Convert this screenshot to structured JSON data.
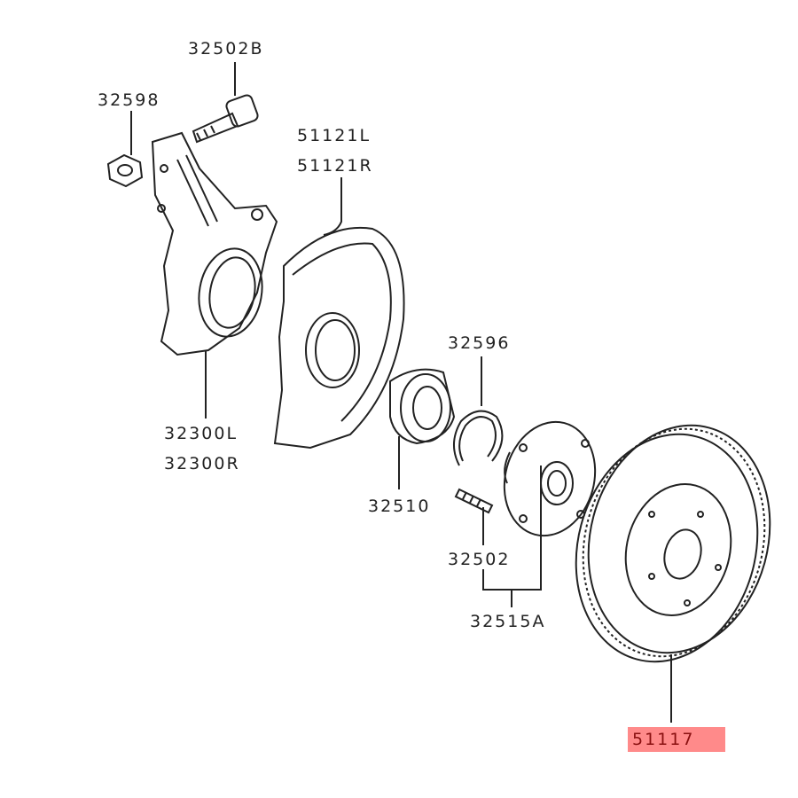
{
  "diagram": {
    "labels": {
      "bolt": "32502B",
      "nut": "32598",
      "dust_shield_l": "51121L",
      "dust_shield_r": "51121R",
      "snap_ring": "32596",
      "knuckle_l": "32300L",
      "knuckle_r": "32300R",
      "bearing": "32510",
      "hub_bolt": "32502",
      "hub_assy": "32515A",
      "brake_disc": "51117"
    },
    "highlight_color": "#ff8a8a",
    "highlighted_part": "51117"
  }
}
